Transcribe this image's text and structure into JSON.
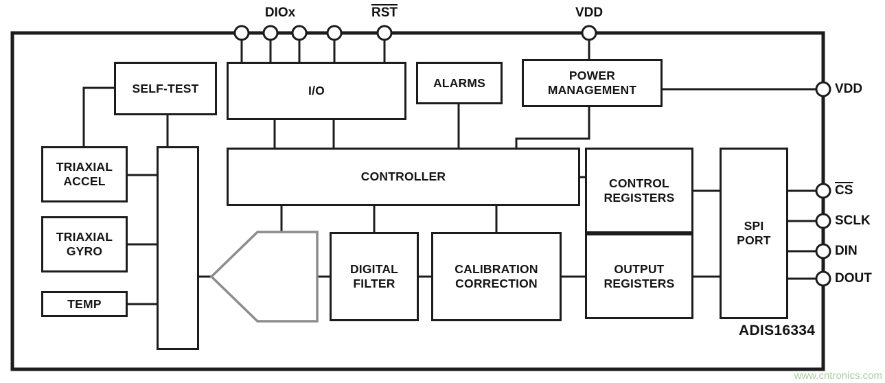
{
  "diagram": {
    "chip_label": "ADIS16334",
    "watermark": "www.cntronics.com",
    "blocks": {
      "self_test": "SELF-TEST",
      "io": "I/O",
      "alarms": "ALARMS",
      "power_management": "POWER\nMANAGEMENT",
      "triaxial_accel": "TRIAXIAL\nACCEL",
      "triaxial_gyro": "TRIAXIAL\nGYRO",
      "temp": "TEMP",
      "controller": "CONTROLLER",
      "digital_filter": "DIGITAL\nFILTER",
      "calibration_correction": "CALIBRATION\nCORRECTION",
      "control_registers": "CONTROL\nREGISTERS",
      "output_registers": "OUTPUT\nREGISTERS",
      "spi_port": "SPI\nPORT"
    },
    "pins": {
      "diox": "DIOx",
      "rst": "RST",
      "vdd_top": "VDD",
      "vdd_right": "VDD",
      "cs": "CS",
      "sclk": "SCLK",
      "din": "DIN",
      "dout": "DOUT"
    },
    "colors": {
      "line": "#1c1c1c",
      "adc_outline": "#8c8c8c",
      "watermark": "#a9cf9f"
    }
  }
}
